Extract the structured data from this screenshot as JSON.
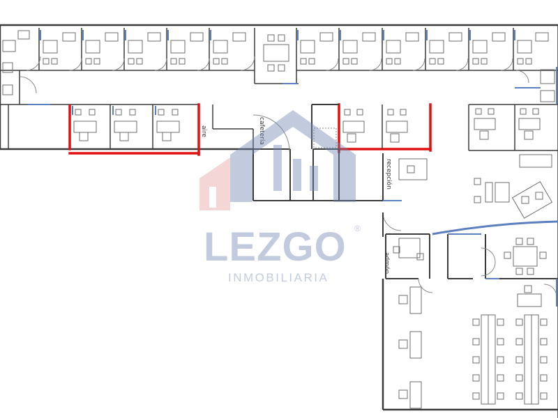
{
  "labels": {
    "aire": "aire",
    "cafeteria": "cafetería",
    "recepcion": "recepción",
    "admon": "admón"
  },
  "watermark": {
    "brand": "LEZGO",
    "registered": "®",
    "subtitle": "INMOBILIARIA"
  },
  "colors": {
    "wall": "#3a3a3a",
    "partition": "#5b7fbf",
    "highlight": "#e01010",
    "furniture": "#6d6d6d",
    "watermark_blue": "#6f86b3",
    "watermark_red": "#e7a0a0"
  }
}
